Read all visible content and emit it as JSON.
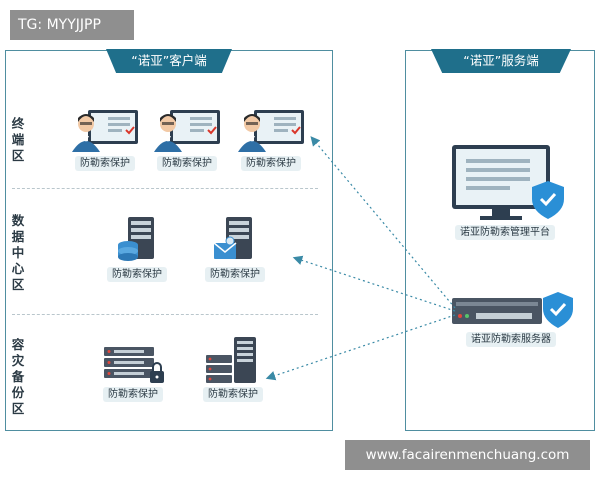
{
  "watermark_tag": "TG: MYYJJPP",
  "watermark_url": "www.facairenmenchuang.com",
  "client_panel": {
    "title": "“诺亚”客户端"
  },
  "server_panel": {
    "title": "“诺亚”服务端"
  },
  "zones": [
    {
      "label": "终端区",
      "nodes": [
        "防勒索保护",
        "防勒索保护",
        "防勒索保护"
      ]
    },
    {
      "label": "数据中心区",
      "nodes": [
        "防勒索保护",
        "防勒索保护"
      ]
    },
    {
      "label": "容灾备份区",
      "nodes": [
        "防勒索保护",
        "防勒索保护"
      ]
    }
  ],
  "server_nodes": {
    "platform": "诺亚防勒索管理平台",
    "server": "诺亚防勒索服务器"
  },
  "colors": {
    "border": "#4f8ea0",
    "header": "#1f6f8b",
    "shield": "#2a8fd6",
    "tag_bg": "#e7f0f3",
    "connector": "#3a8aa6"
  }
}
